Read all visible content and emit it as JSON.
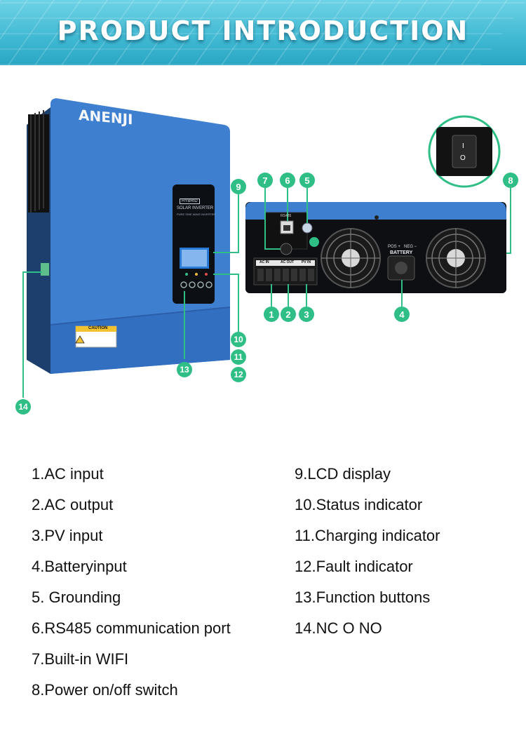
{
  "banner": {
    "title": "PRODUCT INTRODUCTION"
  },
  "device": {
    "brand": "ANENJI",
    "panel_line1": "HYBRID",
    "panel_line2": "SOLAR INVERTER",
    "panel_line3": "PURE SINE WAVE INVERTER",
    "caution": "CAUTION"
  },
  "rear": {
    "battery_label": "BATTERY",
    "pos_label": "POS +",
    "neg_label": "NEG −",
    "ac_in": "AC IN",
    "ac_out": "AC OUT",
    "pv_in": "PV IN",
    "rs485": "RS485"
  },
  "switch": {
    "on": "ON",
    "off": "OFF",
    "on_mark": "I",
    "off_mark": "O"
  },
  "callouts": [
    "1",
    "2",
    "3",
    "4",
    "5",
    "6",
    "7",
    "8",
    "9",
    "10",
    "11",
    "12",
    "13",
    "14"
  ],
  "colors": {
    "accent": "#2fbf86",
    "device_blue": "#3f7fd0",
    "banner": "#3fb8d2"
  },
  "specs": {
    "left": [
      "1.AC input",
      "2.AC output",
      "3.PV input",
      "4.Batteryinput",
      "5. Grounding",
      "6.RS485 communication port",
      "7.Built-in WIFI",
      "8.Power on/off switch"
    ],
    "right": [
      "9.LCD display",
      "10.Status indicator",
      "11.Charging indicator",
      "12.Fault indicator",
      "13.Function buttons",
      "14.NC O NO"
    ]
  }
}
